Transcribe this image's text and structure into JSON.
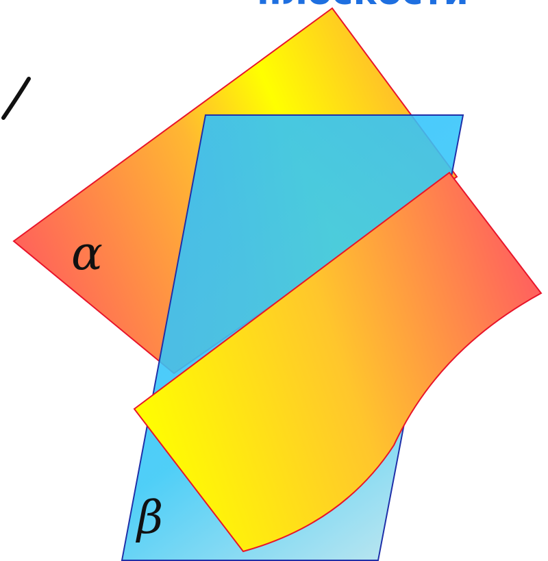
{
  "header": {
    "left_fragment": "’",
    "right_fragment": "плоскости"
  },
  "planes": {
    "alpha": {
      "label": "α",
      "stroke": "#e8142a",
      "colors": [
        "#ff5d5d",
        "#ffb732",
        "#ffff00",
        "#ffa63a"
      ]
    },
    "beta": {
      "label": "β",
      "stroke": "#1f2fa8",
      "colors": [
        "#2ec0ff",
        "#37c8f6",
        "#9ad9ea"
      ]
    },
    "gamma": {
      "stroke": "#e8142a",
      "colors": [
        "#ffff00",
        "#ffc62c",
        "#ff5f5f"
      ]
    }
  },
  "decoration": {
    "stroke_mark": "#111111"
  }
}
